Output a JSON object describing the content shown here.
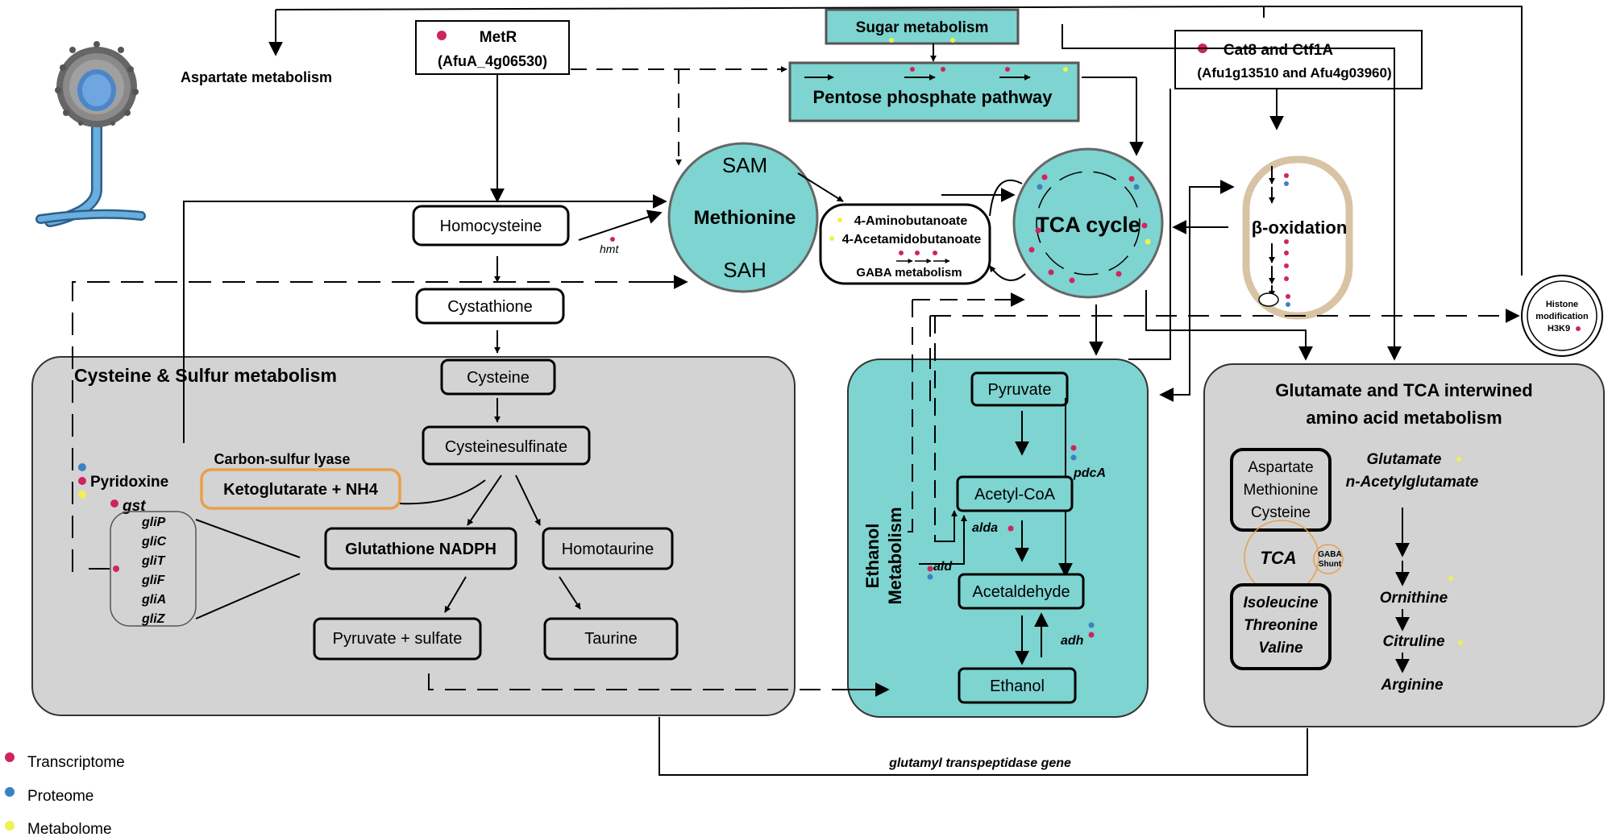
{
  "colors": {
    "transcriptome": "#d1245c",
    "proteome": "#3b82c4",
    "metabolome": "#f0f050",
    "teal": "#7dd4d0",
    "gray_panel": "#d3d3d3",
    "orange": "#e8a04a",
    "tan": "#d9c3a5"
  },
  "icons": [
    "fungus-conidiophore-icon"
  ],
  "top": {
    "aspartate": "Aspartate metabolism",
    "metr_name": "MetR",
    "metr_id": "(AfuA_4g06530)",
    "sugar": "Sugar metabolism",
    "ppp": "Pentose phosphate pathway",
    "cat8_name": "Cat8 and Ctf1A",
    "cat8_id": "(Afu1g13510  and Afu4g03960)"
  },
  "methionine": {
    "sam": "SAM",
    "center": "Methionine",
    "sah": "SAH"
  },
  "methyl": {
    "homocysteine": "Homocysteine",
    "hmt": "hmt",
    "cystathione": "Cystathione"
  },
  "gaba": {
    "line1": "4-Aminobutanoate",
    "line2": "4-Acetamidobutanoate",
    "label": "GABA metabolism"
  },
  "tca": {
    "label": "TCA cycle"
  },
  "beta": {
    "label": "β-oxidation"
  },
  "histone": {
    "line1": "Histone",
    "line2": "modification",
    "line3": "H3K9"
  },
  "cysteine_panel": {
    "title": "Cysteine & Sulfur metabolism",
    "cysteine": "Cysteine",
    "cysteinesulfinate": "Cysteinesulfinate",
    "lyase": "Carbon-sulfur lyase",
    "ketoglutarate": "Ketoglutarate + NH4",
    "pyridoxine": "Pyridoxine",
    "gst": "gst",
    "gli_genes": [
      "gliP",
      "gliC",
      "gliT",
      "gliF",
      "gliA",
      "gliZ"
    ],
    "glutathione": "Glutathione NADPH",
    "homotaurine": "Homotaurine",
    "pyruvate_sulfate": "Pyruvate + sulfate",
    "taurine": "Taurine"
  },
  "ethanol_panel": {
    "title_line1": "Ethanol",
    "title_line2": "Metabolism",
    "pyruvate": "Pyruvate",
    "pdca": "pdcA",
    "acetyl": "Acetyl-CoA",
    "alda": "alda",
    "ald": "ald",
    "acetaldehyde": "Acetaldehyde",
    "adh": "adh",
    "ethanol": "Ethanol"
  },
  "glutamate_panel": {
    "title_line1": "Glutamate and TCA interwined",
    "title_line2": "amino acid metabolism",
    "box1": [
      "Aspartate",
      "Methionine",
      "Cysteine"
    ],
    "tca": "TCA",
    "gaba_line1": "GABA",
    "gaba_line2": "Shunt",
    "box2": [
      "Isoleucine",
      "Threonine",
      "Valine"
    ],
    "glutamate": "Glutamate",
    "nacetyl": "n-Acetylglutamate",
    "ornithine": "Ornithine",
    "citruline": "Citruline",
    "arginine": "Arginine"
  },
  "glutamyl_label": "glutamyl transpeptidase gene",
  "legend": {
    "transcriptome": "Transcriptome",
    "proteome": "Proteome",
    "metabolome": "Metabolome"
  }
}
